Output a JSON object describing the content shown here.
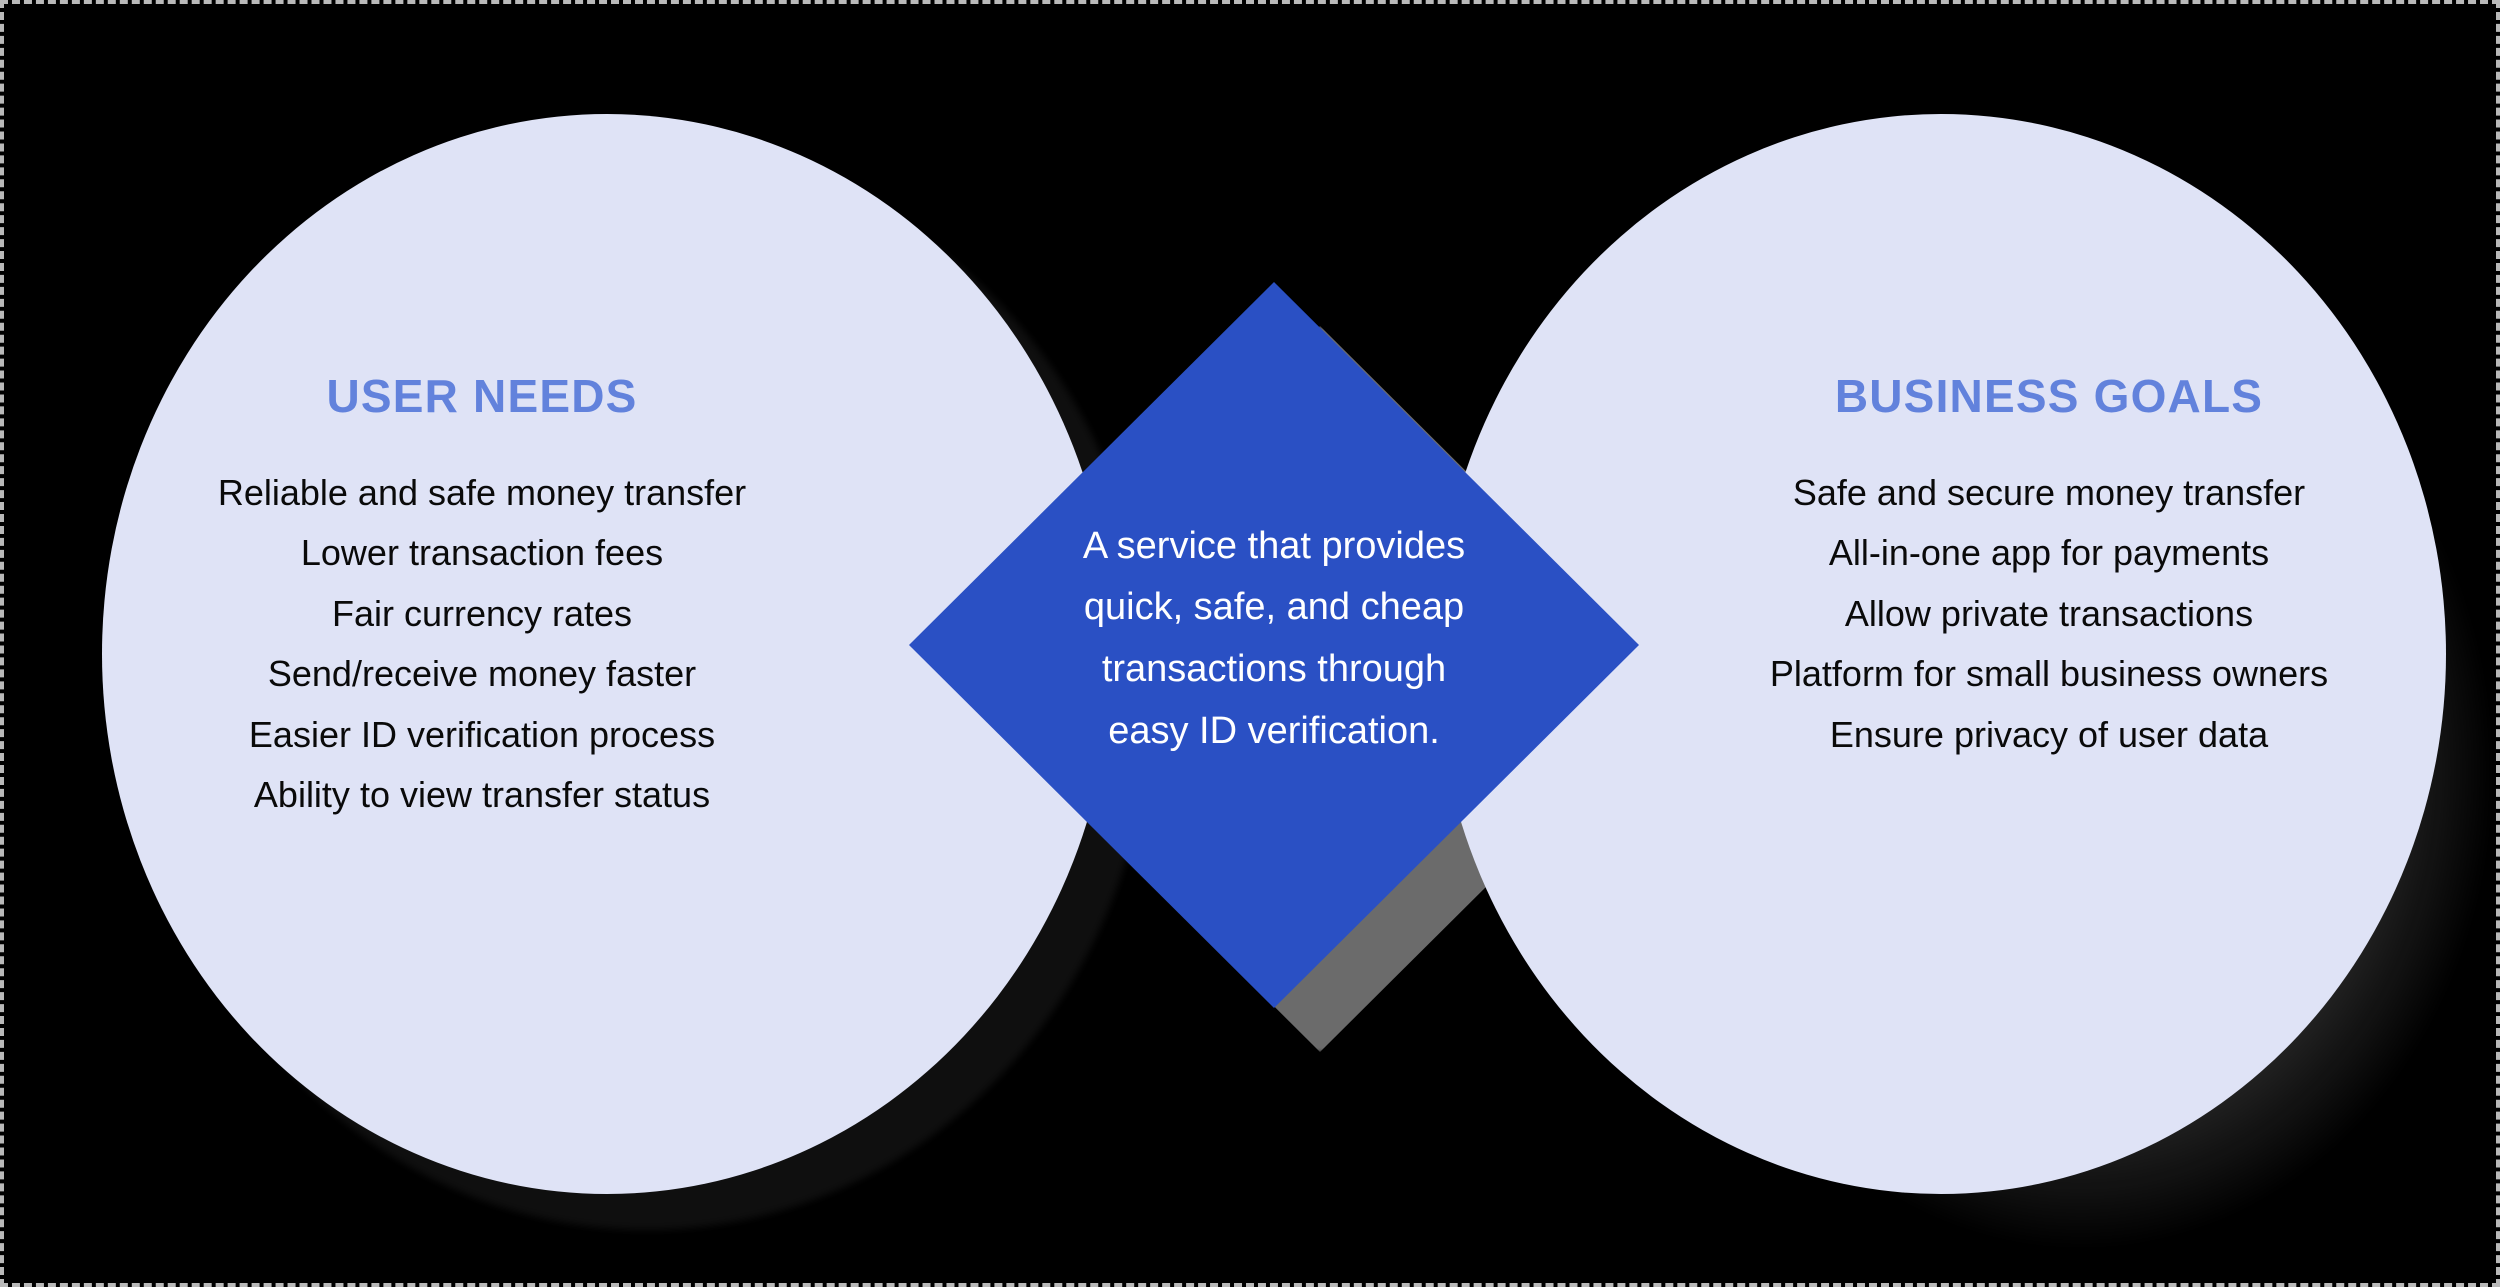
{
  "diagram": {
    "type": "venn",
    "title": "",
    "colors": {
      "background": "#000000",
      "circle_fill": "#dfe3f6",
      "circle_title": "#6282dc",
      "overlap_fill": "#2a50c4",
      "overlap_text": "#ffffff",
      "body_text": "#0a0a0a",
      "frame_border": "#b9b9b9"
    },
    "left_circle": {
      "title": "USER NEEDS",
      "items": [
        "Reliable and safe money transfer",
        "Lower transaction fees",
        "Fair currency rates",
        "Send/receive money faster",
        "Easier ID verification process",
        "Ability to view transfer status"
      ]
    },
    "right_circle": {
      "title": "BUSINESS GOALS",
      "items": [
        "Safe and secure money transfer",
        "All-in-one app for payments",
        "Allow private transactions",
        "Platform for small business owners",
        "Ensure privacy of user data"
      ]
    },
    "overlap": {
      "lines": [
        "A service that provides",
        "quick, safe, and cheap",
        "transactions through",
        "easy ID verification."
      ]
    }
  }
}
